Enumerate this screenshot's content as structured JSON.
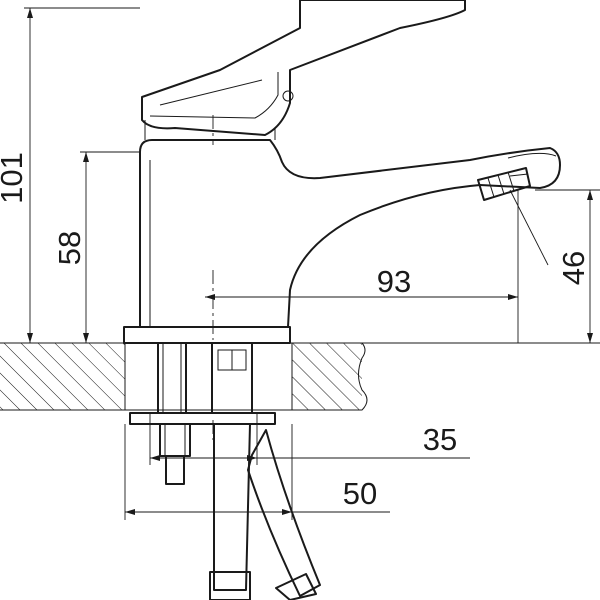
{
  "dimensions": {
    "height_total": "101",
    "height_body": "58",
    "spout_reach": "93",
    "spout_height": "46",
    "shank_inner": "35",
    "shank_outer": "50"
  }
}
